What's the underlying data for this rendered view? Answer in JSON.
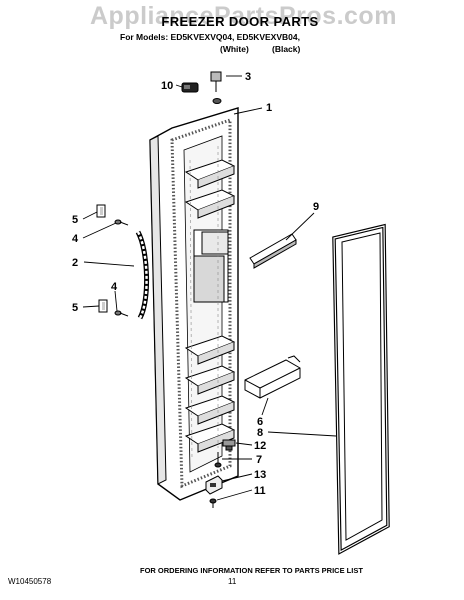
{
  "watermark": "AppliancePartsPros.com",
  "header": {
    "title": "FREEZER DOOR PARTS",
    "models_line": "For Models: ED5KVEXVQ04, ED5KVEXVB04,",
    "variant_white": "(White)",
    "variant_black": "(Black)"
  },
  "callouts": [
    "10",
    "3",
    "1",
    "9",
    "5",
    "4",
    "2",
    "4",
    "5",
    "6",
    "8",
    "12",
    "7",
    "13",
    "11"
  ],
  "footer": {
    "ordering_info": "FOR ORDERING INFORMATION REFER TO PARTS PRICE LIST",
    "doc_code": "W10450578",
    "page_number": "11"
  }
}
